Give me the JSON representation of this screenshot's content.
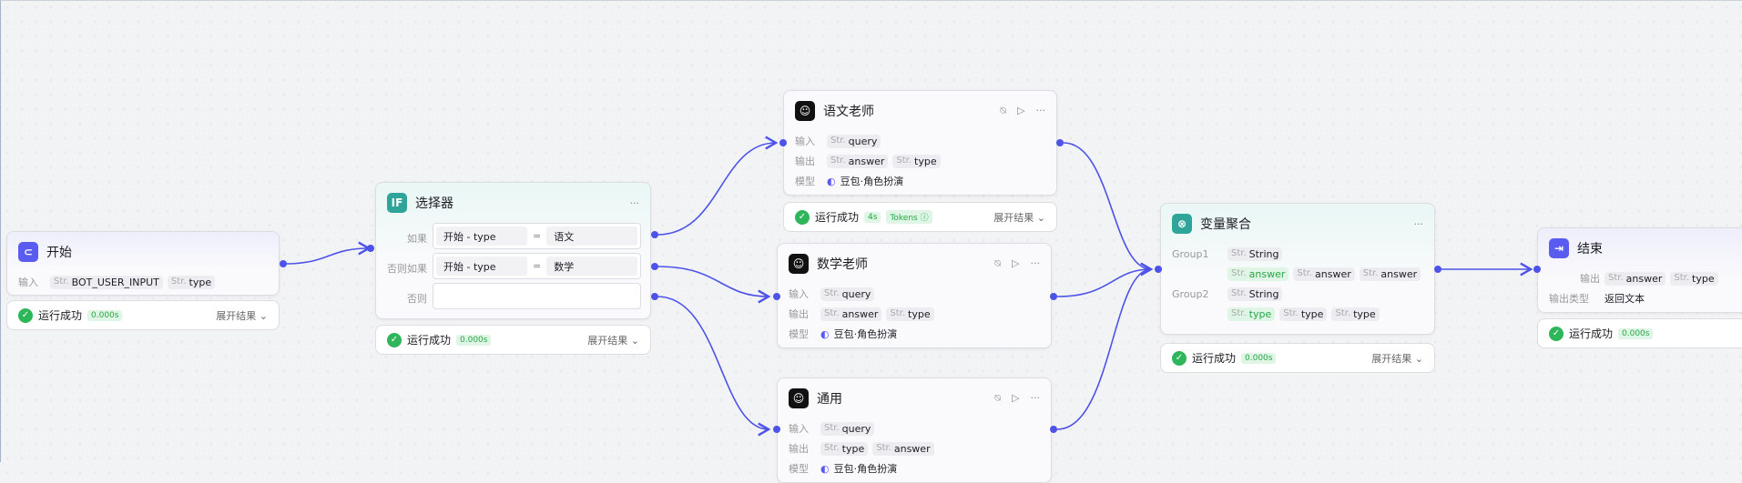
{
  "common": {
    "str": "Str.",
    "success": "运行成功",
    "expand": "展开结果",
    "input": "输入",
    "output": "输出",
    "model": "模型",
    "more": "···"
  },
  "start": {
    "title": "开始",
    "inputs": [
      "BOT_USER_INPUT",
      "type"
    ],
    "time": "0.000s"
  },
  "selector": {
    "title": "选择器",
    "conditions": [
      {
        "label": "如果",
        "left": "开始 - type",
        "op": "=",
        "right": "语文"
      },
      {
        "label": "否则如果",
        "left": "开始 - type",
        "op": "=",
        "right": "数学"
      },
      {
        "label": "否则",
        "left": "",
        "op": "",
        "right": ""
      }
    ],
    "time": "0.000s"
  },
  "chinese": {
    "title": "语文老师",
    "inputs": [
      "query"
    ],
    "outputs": [
      "answer",
      "type"
    ],
    "model": "豆包·角色扮演",
    "time": "4s",
    "tokens": "Tokens ⓘ"
  },
  "math": {
    "title": "数学老师",
    "inputs": [
      "query"
    ],
    "outputs": [
      "answer",
      "type"
    ],
    "model": "豆包·角色扮演"
  },
  "general": {
    "title": "通用",
    "inputs": [
      "query"
    ],
    "outputs": [
      "type",
      "answer"
    ],
    "model": "豆包·角色扮演"
  },
  "agg": {
    "title": "变量聚合",
    "groups": [
      {
        "name": "Group1",
        "type": "String",
        "vars": [
          "answer",
          "answer",
          "answer"
        ]
      },
      {
        "name": "Group2",
        "type": "String",
        "vars": [
          "type",
          "type",
          "type"
        ]
      }
    ],
    "time": "0.000s"
  },
  "end": {
    "title": "结束",
    "outputs": [
      "answer",
      "type"
    ],
    "output_type_label": "输出类型",
    "output_type": "返回文本",
    "time": "0.000s"
  },
  "colors": {
    "edge": "#4d53e8",
    "success": "#2fb55a"
  }
}
